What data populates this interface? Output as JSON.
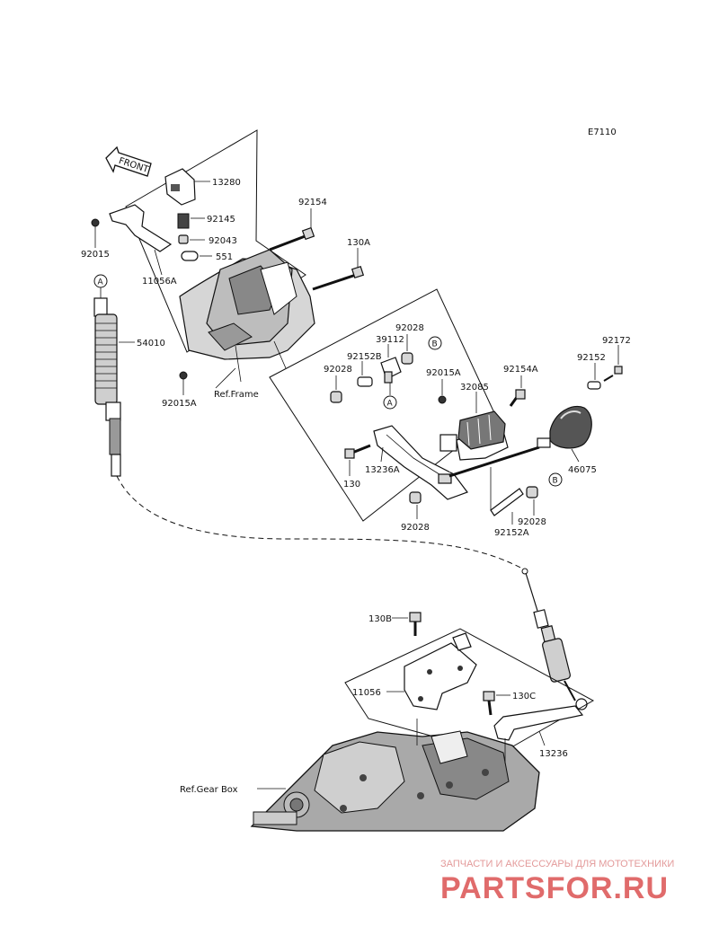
{
  "diagram_code": "E7110",
  "front_label": "FRONT",
  "refs": {
    "frame": "Ref.Frame",
    "gear_box": "Ref.Gear Box"
  },
  "callouts": {
    "a": "A",
    "b": "B"
  },
  "parts": {
    "p13280": "13280",
    "p92145": "92145",
    "p92043": "92043",
    "p551": "551",
    "p92015": "92015",
    "p11056a": "11056A",
    "p92154": "92154",
    "p130a": "130A",
    "p54010": "54010",
    "p92015a_left": "92015A",
    "p92028_top": "92028",
    "p39112": "39112",
    "p92152b": "92152B",
    "p92028_left": "92028",
    "p92015a_mid": "92015A",
    "p92154a": "92154A",
    "p32085": "32085",
    "p92172": "92172",
    "p92152": "92152",
    "p46075": "46075",
    "p130": "130",
    "p13236a": "13236A",
    "p92028_bottom": "92028",
    "p92028_right": "92028",
    "p92152a": "92152A",
    "p130b": "130B",
    "p11056": "11056",
    "p130c": "130C",
    "p13236": "13236"
  },
  "watermark": {
    "tagline": "ЗАПЧАСТИ И АКСЕССУАРЫ ДЛЯ МОТОТЕХНИКИ",
    "brand": "PARTSFOR.RU"
  }
}
